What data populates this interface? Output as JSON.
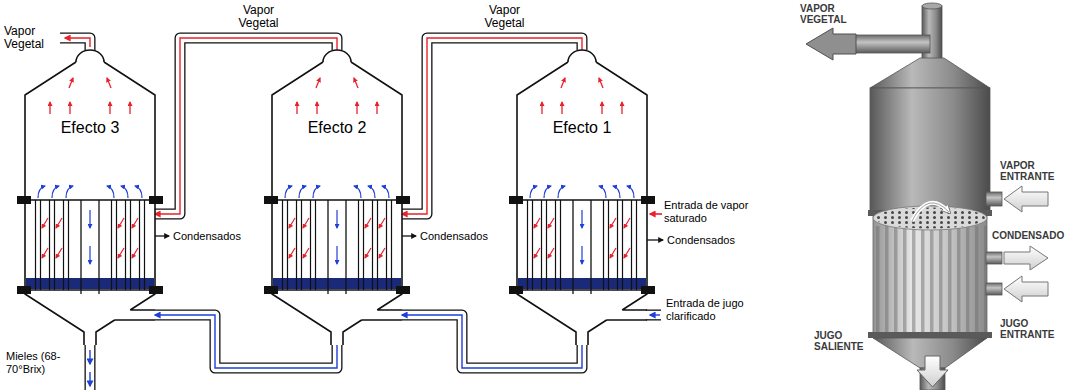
{
  "diagram": {
    "nodes": [
      {
        "text": [
          "Efecto 3"
        ]
      },
      {
        "text": [
          "Efecto 2"
        ]
      },
      {
        "text": [
          "Efecto 1"
        ]
      }
    ],
    "edges": [
      {
        "from": 2,
        "to": 1,
        "label": "Vapor Vegetal",
        "arrow": "to"
      },
      {
        "from": 1,
        "to": 0,
        "label": "Vapor Vegetal",
        "arrow": "to"
      },
      {
        "from": 2,
        "to": 1,
        "arrow": "to"
      },
      {
        "from": 1,
        "to": 0,
        "arrow": "to"
      }
    ],
    "labels": [
      "Vapor Vegetal",
      "Entrada de vapor saturado",
      "Condensados",
      "Condensados",
      "Condensados",
      "Entrada de jugo clarificado",
      "Mieles (68-70°Brix)",
      "VAPOR VEGETAL",
      "VAPOR ENTRANTE",
      "CONDENSADO",
      "JUGO ENTRANTE",
      "JUGO SALIENTE"
    ]
  }
}
